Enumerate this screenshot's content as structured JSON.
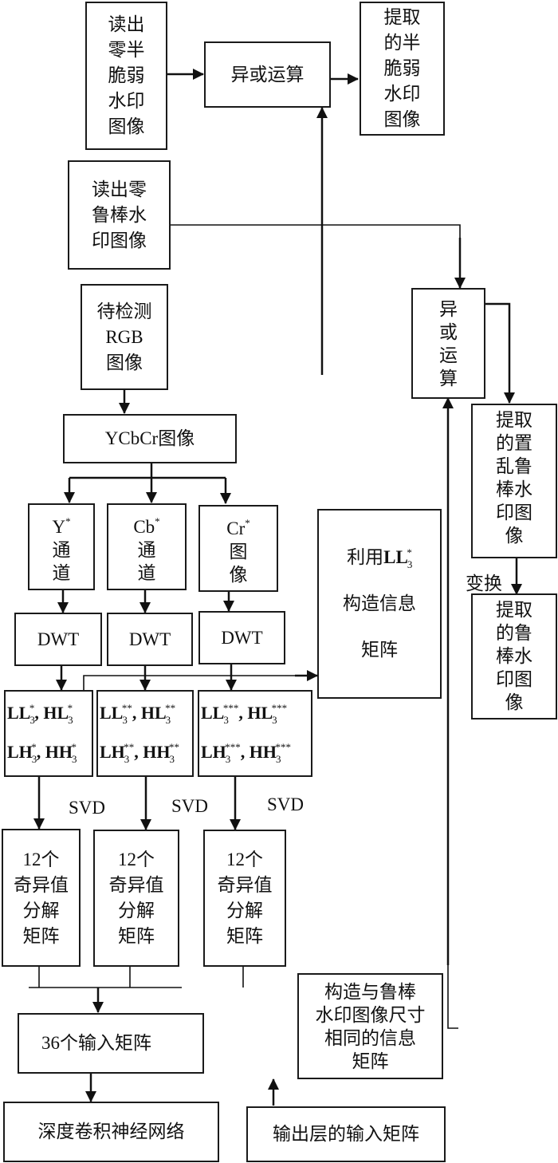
{
  "diagram": {
    "title": "",
    "nodes": {
      "read_semi_fragile": {
        "lines": [
          "读出",
          "零半",
          "脆弱",
          "水印",
          "图像"
        ]
      },
      "xor_top": {
        "lines": [
          "异或运算"
        ]
      },
      "extracted_semi_fragile": {
        "lines": [
          "提取",
          "的半",
          "脆弱",
          "水印",
          "图像"
        ]
      },
      "read_robust": {
        "lines": [
          "读出零",
          "鲁棒水",
          "印图像"
        ]
      },
      "input_rgb": {
        "lines": [
          "待检测",
          "RGB",
          "图像"
        ]
      },
      "ycbcr": {
        "lines": [
          "YCbCr图像"
        ]
      },
      "y_channel": {
        "head": "Y",
        "star": "*",
        "lines": [
          "通",
          "道"
        ]
      },
      "cb_channel": {
        "head": "Cb",
        "star": "*",
        "lines": [
          "通",
          "道"
        ]
      },
      "cr_channel": {
        "head": "Cr",
        "star": "*",
        "lines": [
          "图",
          "像"
        ]
      },
      "dwt_y": {
        "lines": [
          "DWT"
        ]
      },
      "dwt_cb": {
        "lines": [
          "DWT"
        ]
      },
      "dwt_cr": {
        "lines": [
          "DWT"
        ]
      },
      "subbands_y": {
        "row1": [
          {
            "base": "LL",
            "sub": "3",
            "sup": "*"
          },
          {
            "base": "HL",
            "sub": "3",
            "sup": "*"
          }
        ],
        "row2": [
          {
            "base": "LH",
            "sub": "3",
            "sup": "*"
          },
          {
            "base": "HH",
            "sub": "3",
            "sup": "*"
          }
        ]
      },
      "subbands_cb": {
        "row1": [
          {
            "base": "LL",
            "sub": "3",
            "sup": "**"
          },
          {
            "base": "HL",
            "sub": "3",
            "sup": "**"
          }
        ],
        "row2": [
          {
            "base": "LH",
            "sub": "3",
            "sup": "**"
          },
          {
            "base": "HH",
            "sub": "3",
            "sup": "**"
          }
        ]
      },
      "subbands_cr": {
        "row1": [
          {
            "base": "LL",
            "sub": "3",
            "sup": "***"
          },
          {
            "base": "HL",
            "sub": "3",
            "sup": "***"
          }
        ],
        "row2": [
          {
            "base": "LH",
            "sub": "3",
            "sup": "***"
          },
          {
            "base": "HH",
            "sub": "3",
            "sup": "***"
          }
        ]
      },
      "construct_info_ll": {
        "prefix": "利用",
        "math": {
          "base": "LL",
          "sub": "3",
          "sup": "*"
        },
        "lines": [
          "构造信息",
          "矩阵"
        ]
      },
      "xor_right": {
        "lines": [
          "异",
          "或",
          "运",
          "算"
        ]
      },
      "extracted_scrambled": {
        "lines": [
          "提取",
          "的置",
          "乱鲁",
          "棒水",
          "印图",
          "像"
        ]
      },
      "extracted_robust": {
        "lines": [
          "提取",
          "的鲁",
          "棒水",
          "印图",
          "像"
        ]
      },
      "svd_y": {
        "lines": [
          "12个",
          "奇异值",
          "分解",
          "矩阵"
        ]
      },
      "svd_cb": {
        "lines": [
          "12个",
          "奇异值",
          "分解",
          "矩阵"
        ]
      },
      "svd_cr": {
        "lines": [
          "12个",
          "奇异值",
          "分解",
          "矩阵"
        ]
      },
      "input_36": {
        "lines": [
          "36个输入矩阵"
        ]
      },
      "dcnn": {
        "lines": [
          "深度卷积神经网络"
        ]
      },
      "output_layer_input": {
        "lines": [
          "输出层的输入矩阵"
        ]
      },
      "construct_same_size": {
        "lines": [
          "构造与鲁棒",
          "水印图像尺寸",
          "相同的信息",
          "矩阵"
        ]
      }
    },
    "edge_labels": {
      "svd_1": "SVD",
      "svd_2": "SVD",
      "svd_3": "SVD",
      "transform": "变换"
    }
  }
}
